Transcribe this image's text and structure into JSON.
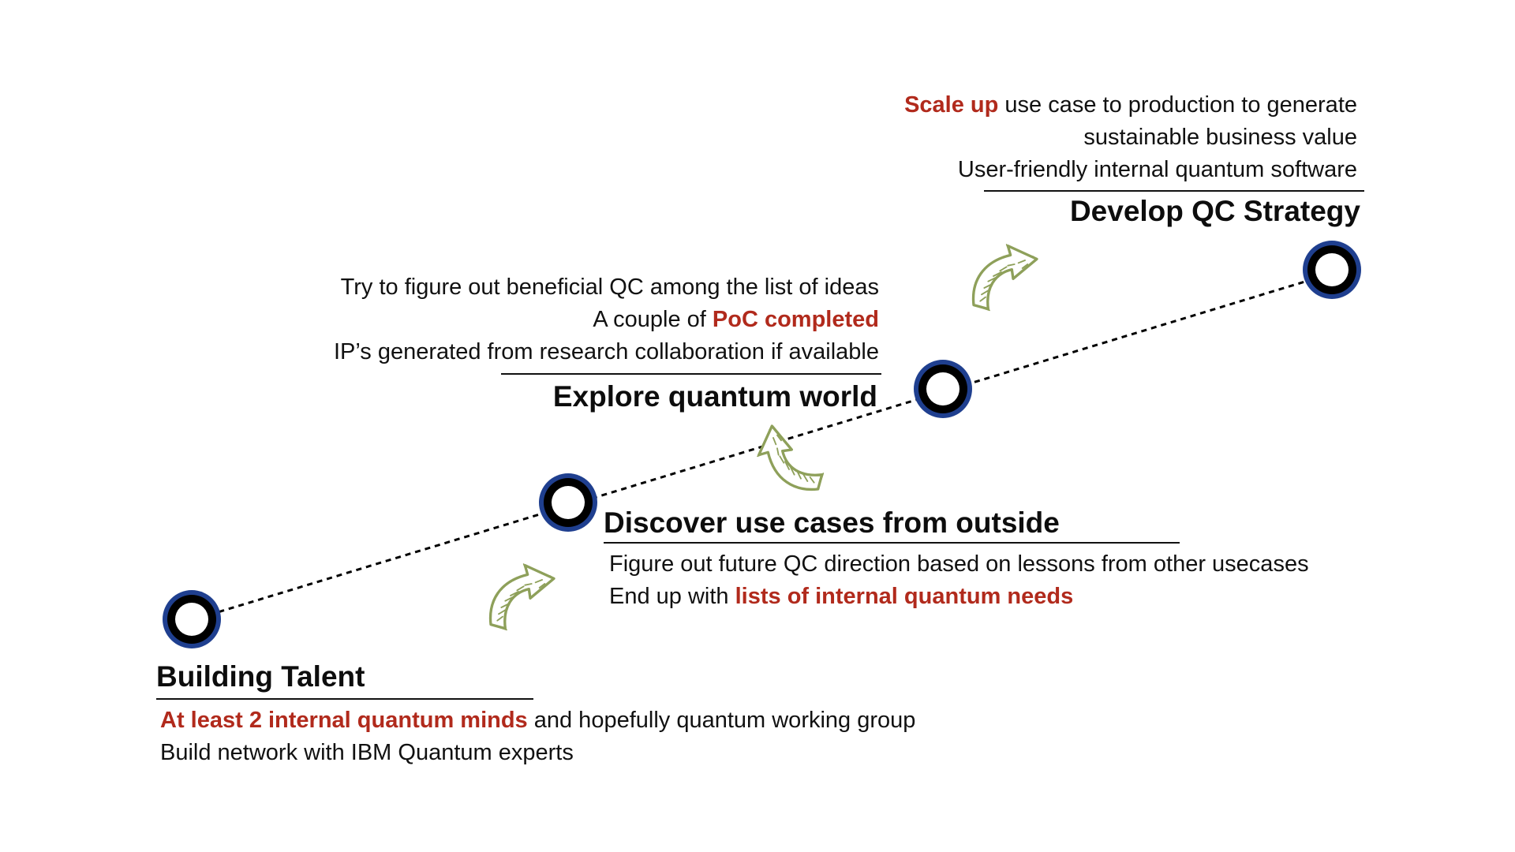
{
  "stages": [
    {
      "title": "Building Talent",
      "lines": [
        {
          "highlight": "At least 2 internal quantum minds",
          "text": " and hopefully quantum working group"
        },
        {
          "text": "Build network with IBM Quantum experts"
        }
      ]
    },
    {
      "title": "Discover use cases from outside",
      "lines": [
        {
          "text": "Figure out future QC direction based on lessons from other usecases"
        },
        {
          "text": "End up with ",
          "highlight": "lists of internal quantum needs"
        }
      ]
    },
    {
      "title": "Explore quantum world",
      "lines": [
        {
          "text": "Try to figure out beneficial QC among the list of ideas"
        },
        {
          "text": "A couple of ",
          "highlight": "PoC completed"
        },
        {
          "text": "IP’s generated from research collaboration if available"
        }
      ]
    },
    {
      "title": "Develop QC Strategy",
      "lines": [
        {
          "highlight": "Scale up",
          "text": " use case to production to generate"
        },
        {
          "text": "sustainable business value"
        },
        {
          "text": "User-friendly internal quantum software"
        }
      ]
    }
  ],
  "colors": {
    "highlight": "#b12a1c",
    "node_ring": "#1f3f8f",
    "node_inner": "#000000",
    "arrow": "#8ea05a",
    "path_line": "#000000"
  },
  "icons": {
    "node": "circle-node-icon",
    "arrow": "curved-arrow-icon"
  }
}
